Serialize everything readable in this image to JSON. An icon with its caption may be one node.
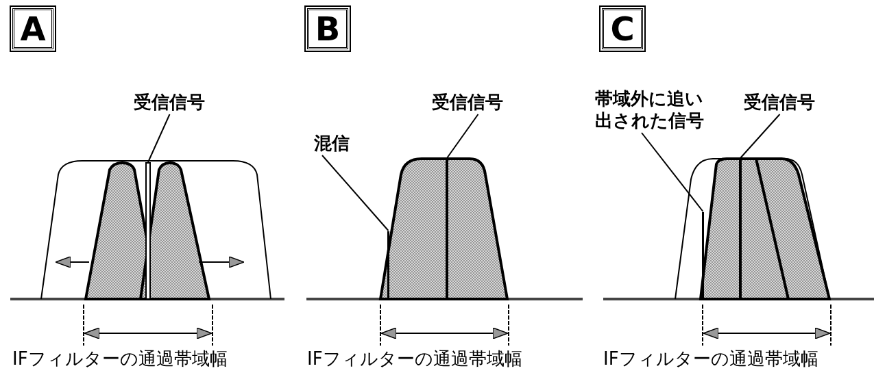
{
  "diagram": {
    "nodes": [
      {
        "text": [
          "A"
        ]
      },
      {
        "text": [
          "受信信号"
        ]
      },
      {
        "text": [
          "B"
        ]
      },
      {
        "text": [
          "混信"
        ]
      },
      {
        "text": [
          "受信信号"
        ]
      },
      {
        "text": [
          "C"
        ]
      },
      {
        "text": [
          "帯域外に追い出された信号"
        ]
      },
      {
        "text": [
          "受信信号"
        ]
      },
      {
        "text": [],
        "shape": "bar"
      },
      {
        "text": [],
        "shape": "bar"
      },
      {
        "text": [],
        "shape": "bar"
      },
      {
        "text": [],
        "shape": "bar"
      },
      {
        "text": [],
        "shape": "bar"
      }
    ],
    "edges": [
      {
        "from": 1,
        "to": 8,
        "arrow": "none"
      },
      {
        "from": 3,
        "to": 11,
        "arrow": "none"
      },
      {
        "from": 4,
        "to": 9,
        "arrow": "none"
      },
      {
        "from": 6,
        "to": 12,
        "arrow": "none"
      },
      {
        "from": 7,
        "to": 10,
        "arrow": "none"
      }
    ],
    "labels": [
      "IFフィルターの通過帯域幅",
      "IFフィルターの通過帯域幅",
      "IFフィルターの通過帯域幅"
    ]
  }
}
